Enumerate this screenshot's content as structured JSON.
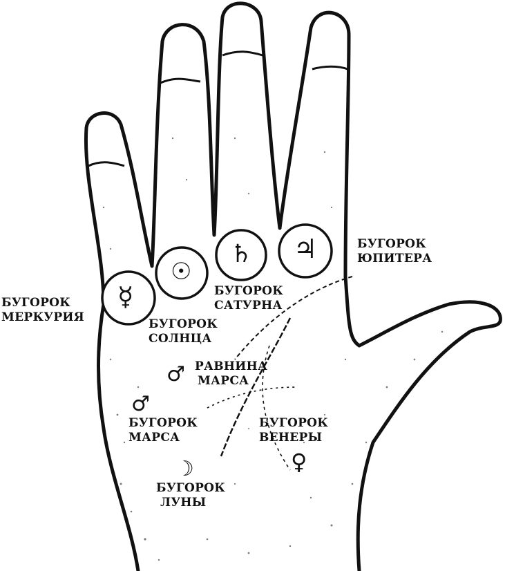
{
  "colors": {
    "ink": "#111111",
    "paper": "#ffffff"
  },
  "mounts": {
    "mercury": {
      "symbol": "☿",
      "icon": "mercury-icon"
    },
    "sun": {
      "symbol": "☉",
      "icon": "sun-icon"
    },
    "saturn": {
      "symbol": "♄",
      "icon": "saturn-icon"
    },
    "jupiter": {
      "symbol": "♃",
      "icon": "jupiter-icon"
    }
  },
  "labels": {
    "jupiter": [
      "БУГОРОК",
      "ЮПИТЕРА"
    ],
    "mercury": [
      "БУГОРОК",
      "МЕРКУРИЯ"
    ],
    "saturn": [
      "БУГОРОК",
      "САТУРНА"
    ],
    "sun": [
      "БУГОРОК",
      "СОЛНЦА"
    ],
    "plain_of_mars": [
      "РАВНИНА",
      "МАРСА"
    ],
    "mars": [
      "БУГОРОК",
      "МАРСА"
    ],
    "venus": [
      "БУГОРОК",
      "ВЕНЕРЫ"
    ],
    "moon": [
      "БУГОРОК",
      "ЛУНЫ"
    ]
  },
  "symbols": {
    "plain_of_mars": "♂",
    "mars": "♂",
    "venus": "♀",
    "moon": "☽"
  }
}
